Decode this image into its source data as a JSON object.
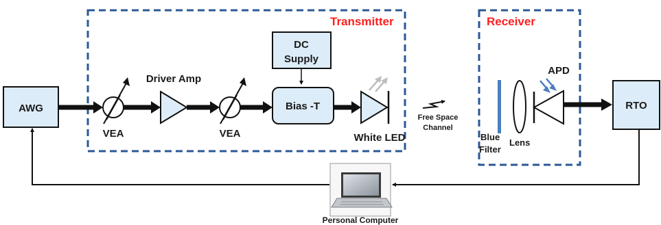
{
  "transmitter": {
    "title": "Transmitter"
  },
  "receiver": {
    "title": "Receiver"
  },
  "awg": {
    "label": "AWG"
  },
  "rto": {
    "label": "RTO"
  },
  "vea1": {
    "label": "VEA"
  },
  "vea2": {
    "label": "VEA"
  },
  "driver_amp": {
    "label": "Driver Amp"
  },
  "dc_supply": {
    "line1": "DC",
    "line2": "Supply"
  },
  "bias_t": {
    "label": "Bias -T"
  },
  "white_led": {
    "label": "White LED"
  },
  "channel": {
    "line1": "Free Space",
    "line2": "Channel"
  },
  "blue_filter": {
    "line1": "Blue",
    "line2": "Filter"
  },
  "lens": {
    "label": "Lens"
  },
  "apd": {
    "label": "APD"
  },
  "pc": {
    "label": "Personal Computer"
  },
  "colors": {
    "dashed_border": "#2b5797",
    "title_red": "#ff1f1f",
    "box_fill": "#dcecf8",
    "filter_blue": "#4a7fc1"
  }
}
